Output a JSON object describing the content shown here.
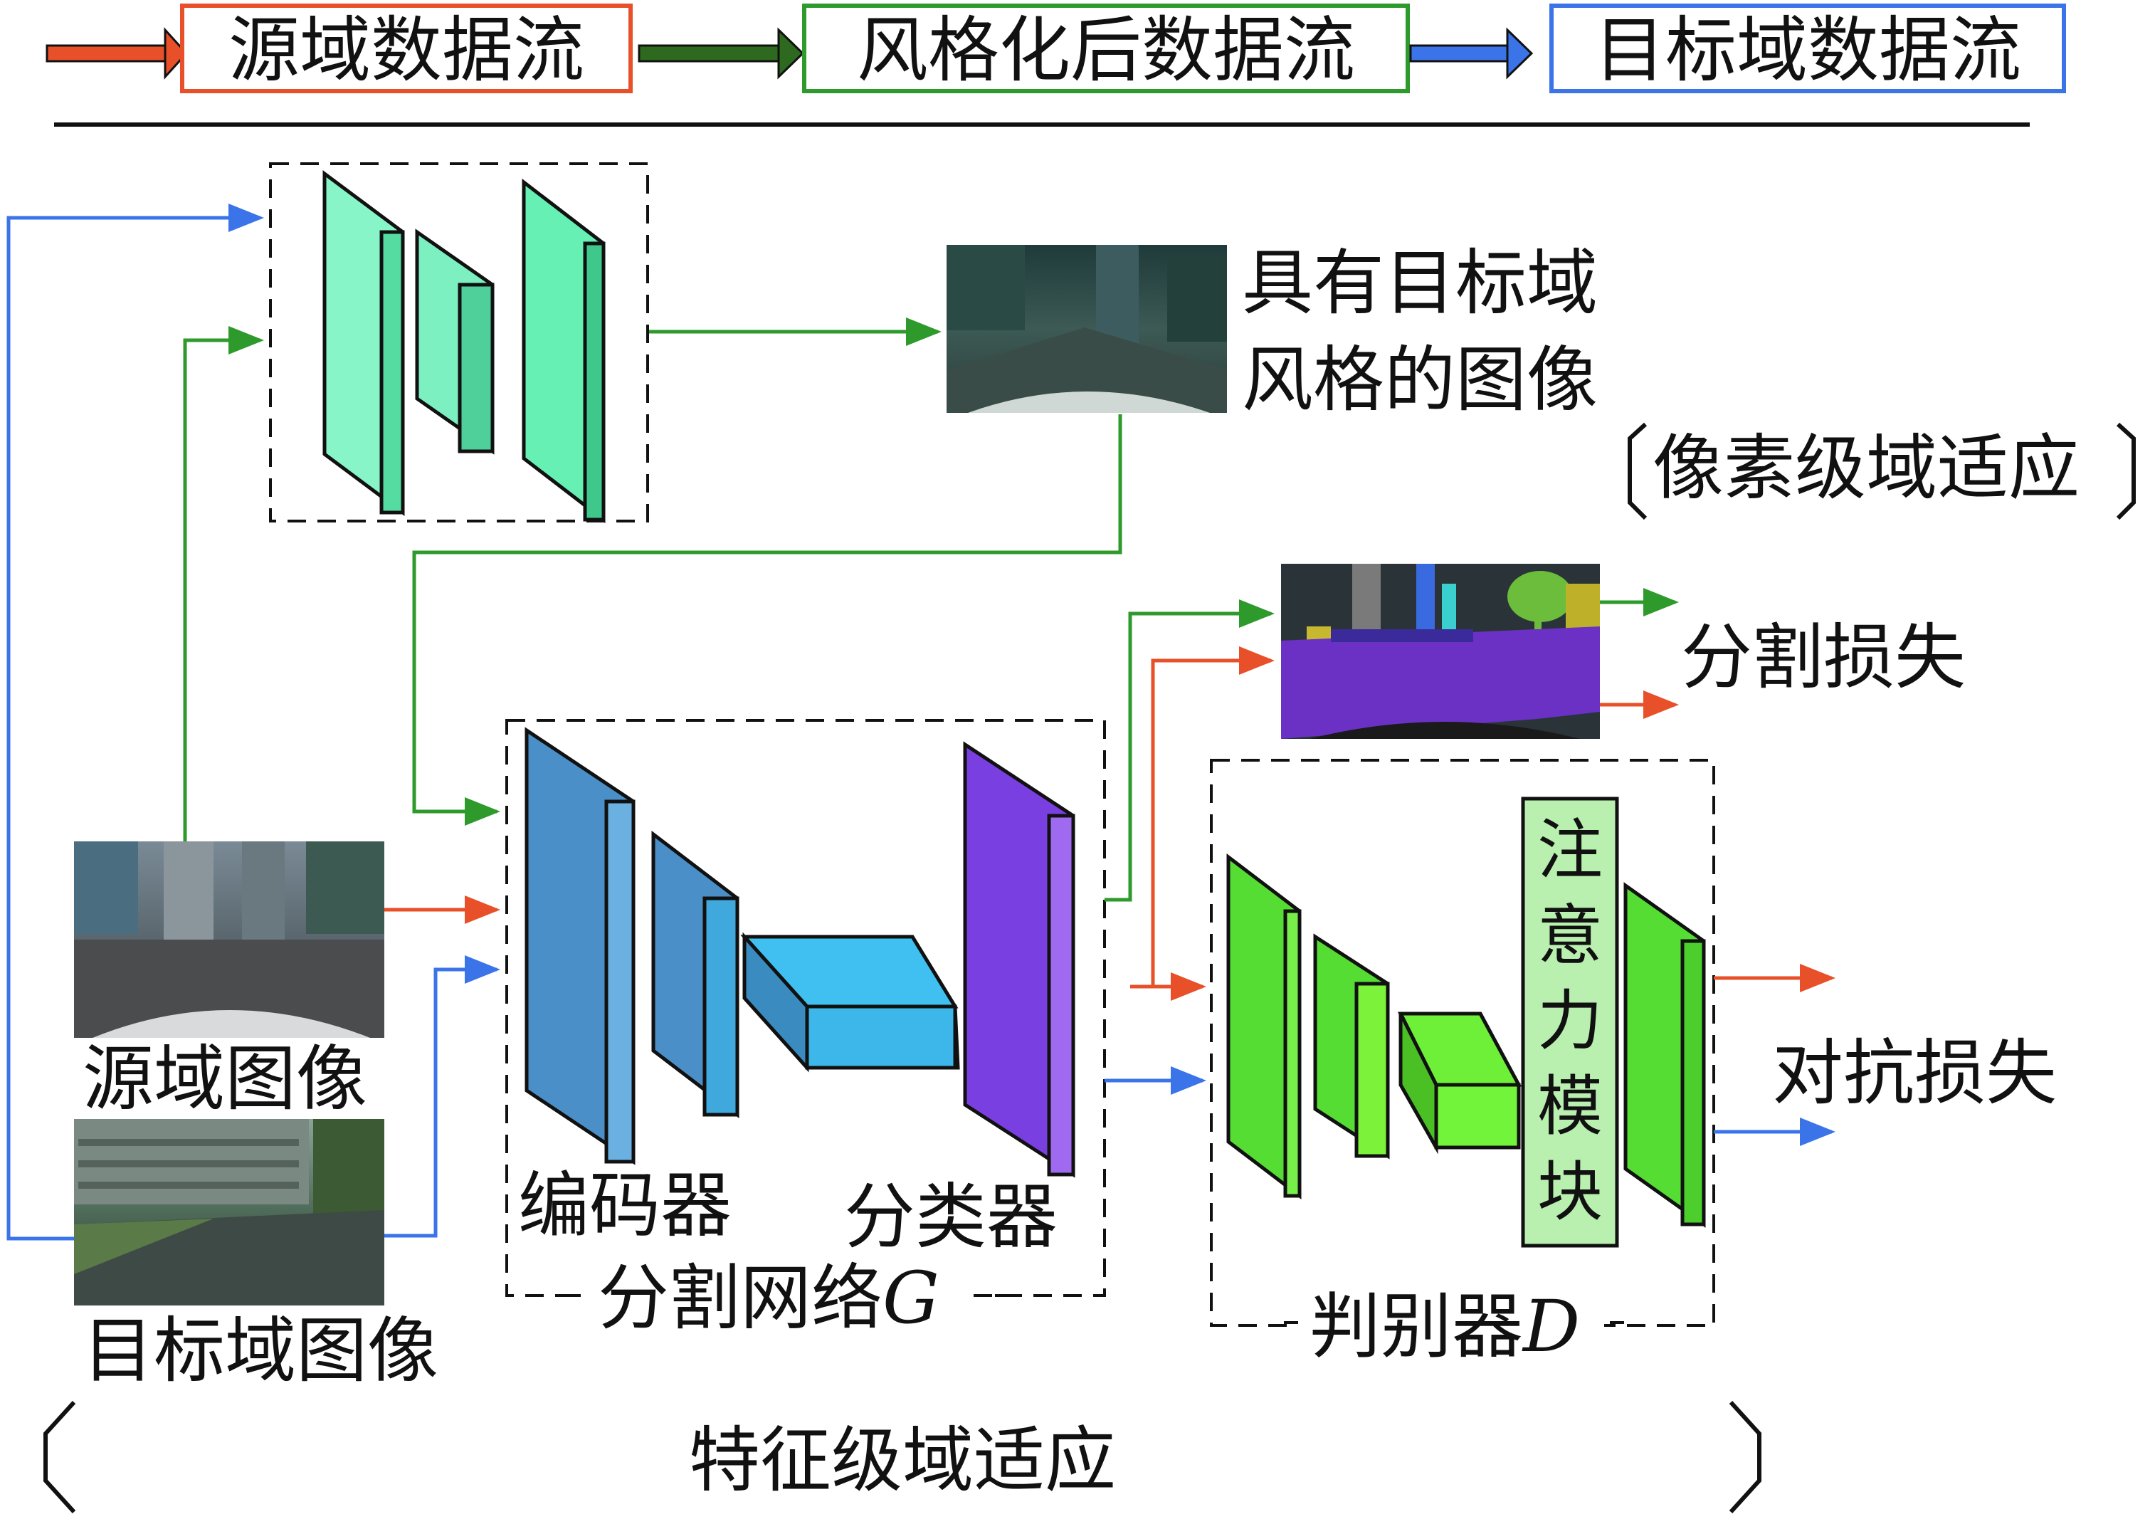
{
  "legend": {
    "source_flow": "源域数据流",
    "stylized_flow": "风格化后数据流",
    "target_flow": "目标域数据流"
  },
  "colors": {
    "source": "#e8502a",
    "stylized": "#2f9a2c",
    "target": "#3a74e8",
    "generator_block": "#66f0b4",
    "encoder_block": "#4a8fc7",
    "classifier_block": "#7a3fe0",
    "discriminator_block": "#55dd33",
    "attention_fill": "#b9f0b0"
  },
  "labels": {
    "stylized_image_line1": "具有目标域",
    "stylized_image_line2": "风格的图像",
    "pixel_level_adaptation": "像素级域适应",
    "segmentation_loss": "分割损失",
    "source_image": "源域图像",
    "target_image": "目标域图像",
    "encoder": "编码器",
    "classifier": "分类器",
    "segmentation_network": "分割网络",
    "segmentation_network_symbol": "G",
    "attention_module": [
      "注",
      "意",
      "力",
      "模",
      "块"
    ],
    "discriminator": "判别器",
    "discriminator_symbol": "D",
    "adversarial_loss": "对抗损失",
    "feature_level_adaptation": "特征级域适应"
  }
}
